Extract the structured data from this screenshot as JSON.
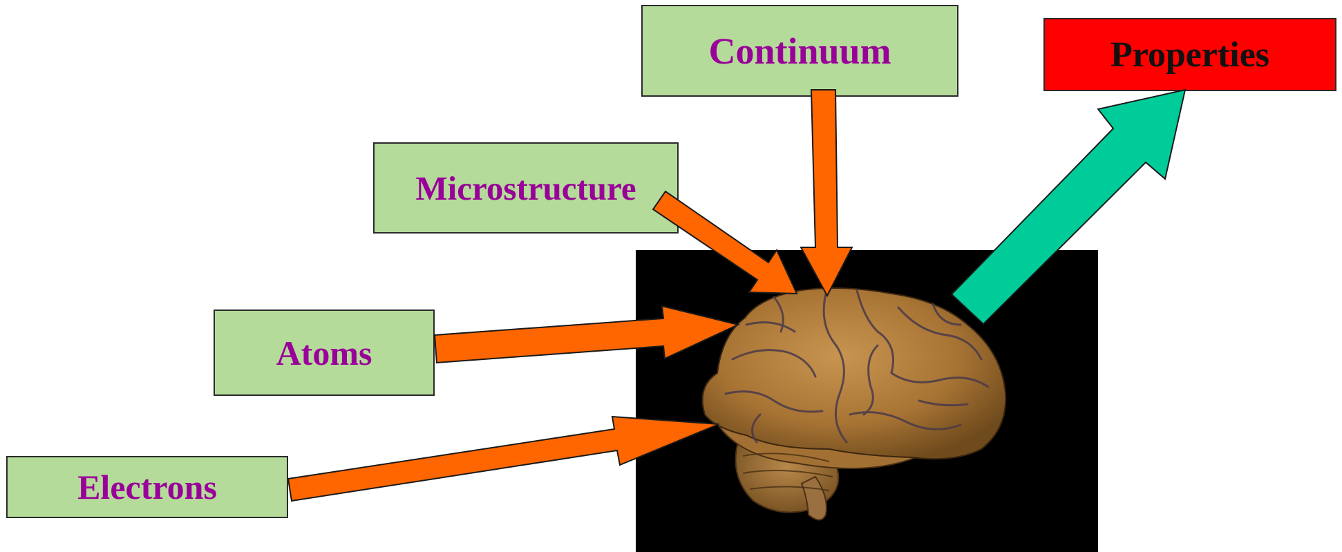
{
  "labels": {
    "continuum": "Continuum",
    "properties": "Properties",
    "microstructure": "Microstructure",
    "atoms": "Atoms",
    "electrons": "Electrons"
  },
  "colors": {
    "input_box_fill": "#b5db9a",
    "input_text": "#990099",
    "output_box_fill": "#ff0000",
    "output_text": "#111111",
    "input_arrow": "#ff6600",
    "output_arrow": "#00cc99",
    "photo_background": "#000000"
  },
  "image": {
    "subject": "brain"
  }
}
